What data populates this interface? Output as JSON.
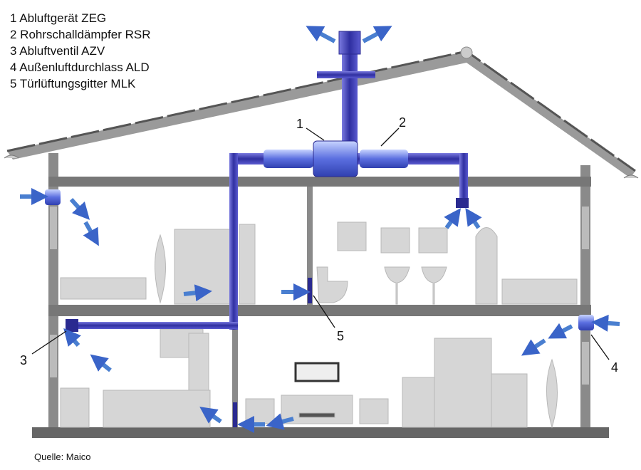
{
  "legend": [
    "1 Abluftgerät ZEG",
    "2 Rohrschalldämpfer RSR",
    "3 Abluftventil AZV",
    "4 Außenluftdurchlass ALD",
    "5 Türlüftungsgitter MLK"
  ],
  "callouts": [
    "1",
    "2",
    "3",
    "4",
    "5"
  ],
  "source": "Quelle: Maico",
  "colors": {
    "duct": "#3a3aa8",
    "arrow": "#4a7fd0",
    "structure": "#8a8a8a",
    "furniture": "#d4d4d4"
  }
}
